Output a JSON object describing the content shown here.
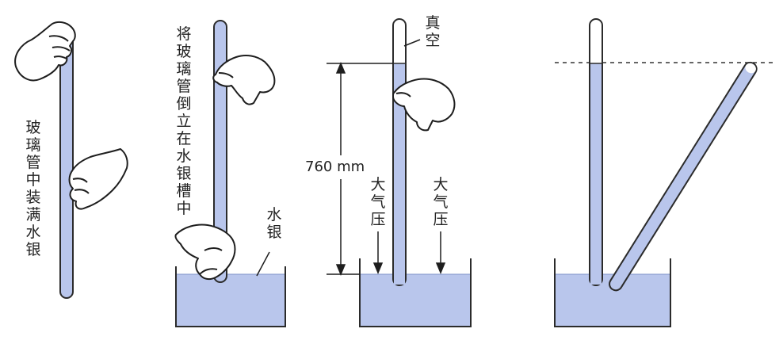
{
  "colors": {
    "mercury": "#b9c6ec",
    "mercury_dark": "#9eb0e0",
    "tube_outline": "#2b2b2b",
    "skin_outline": "#1e1e1e",
    "dashed_line": "#333333"
  },
  "labels": {
    "fill_tube": "玻璃管中装满水银",
    "invert_tube": "将玻璃管倒立在水银槽中",
    "mercury": "水银",
    "vacuum": "真空",
    "height": "760 mm",
    "atm_left": "大气压",
    "atm_right": "大气压"
  }
}
